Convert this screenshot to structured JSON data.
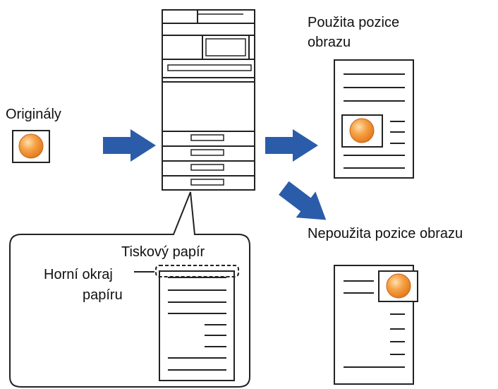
{
  "labels": {
    "originals": "Originály",
    "image_position_used": "Použita pozice obrazu",
    "image_position_not_used": "Nepoužita pozice obrazu",
    "print_paper": "Tiskový papír",
    "paper_top_edge": "Horní okraj papíru"
  },
  "label_lines": {
    "image_position_used": [
      "Použita pozice",
      "obrazu"
    ],
    "paper_top_edge": [
      "Horní okraj",
      "papíru"
    ]
  },
  "colors": {
    "arrow": "#2a5caa",
    "ball": "#f28c28",
    "ball_highlight": "#fde0b0",
    "outline": "#222222"
  },
  "icons": {
    "copier": "multifunction-printer-icon",
    "ball": "orange-ball-icon"
  }
}
